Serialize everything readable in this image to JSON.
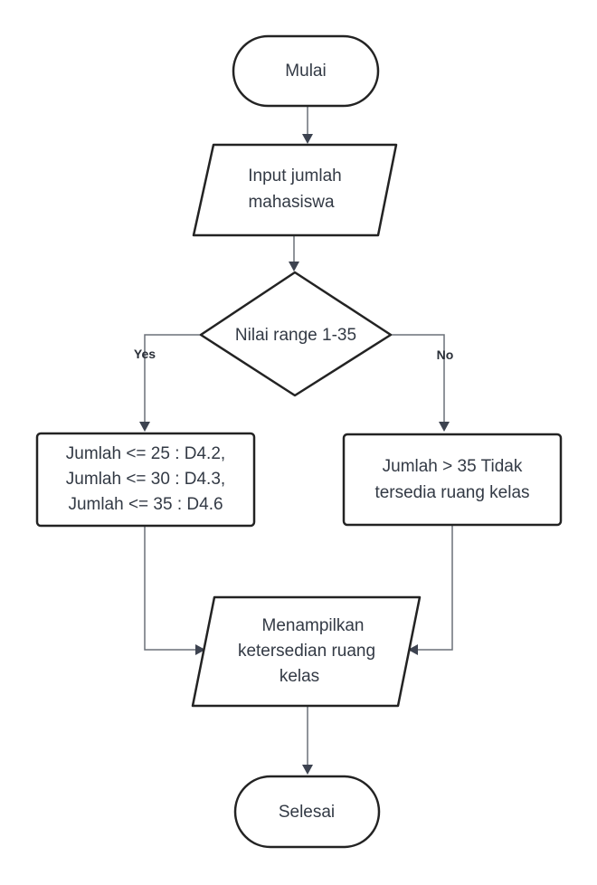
{
  "nodes": {
    "start": {
      "label": "Mulai"
    },
    "input": {
      "line1": "Input jumlah",
      "line2": "mahasiswa"
    },
    "decision": {
      "label": "Nilai range 1-35"
    },
    "yes_box": {
      "line1": "Jumlah <= 25 : D4.2,",
      "line2": "Jumlah <= 30 : D4.3,",
      "line3": "Jumlah <= 35 : D4.6"
    },
    "no_box": {
      "line1": "Jumlah > 35 Tidak",
      "line2": "tersedia ruang kelas"
    },
    "output": {
      "line1": "Menampilkan",
      "line2": "ketersedian ruang",
      "line3": "kelas"
    },
    "end": {
      "label": "Selesai"
    }
  },
  "edges": {
    "yes_label": "Yes",
    "no_label": "No"
  },
  "colors": {
    "stroke": "#232323",
    "connector": "#6b7078",
    "text": "#333a45"
  }
}
